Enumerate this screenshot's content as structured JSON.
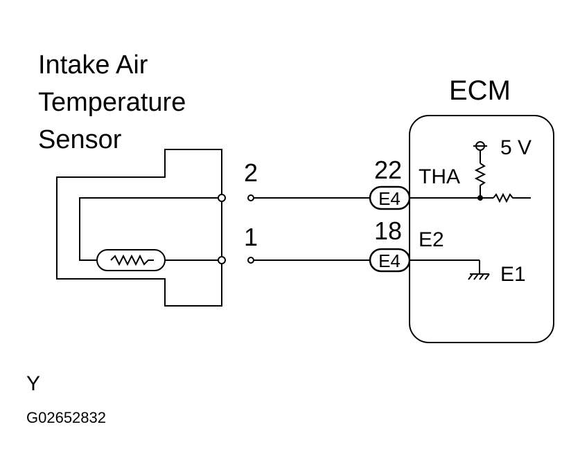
{
  "sensor": {
    "title_lines": [
      "Intake Air",
      "Temperature",
      "Sensor"
    ]
  },
  "ecm": {
    "title": "ECM",
    "supply_label": "5 V",
    "signal_pin_name": "THA",
    "return_pin_name": "E2",
    "ground_label": "E1"
  },
  "pins": {
    "sensor_top": "2",
    "sensor_bottom": "1",
    "ecm_top": "22",
    "ecm_bottom": "18"
  },
  "connectors": {
    "top": "E4",
    "bottom": "E4"
  },
  "footer": {
    "corner_letter": "Y",
    "figure_code": "G02652832"
  }
}
